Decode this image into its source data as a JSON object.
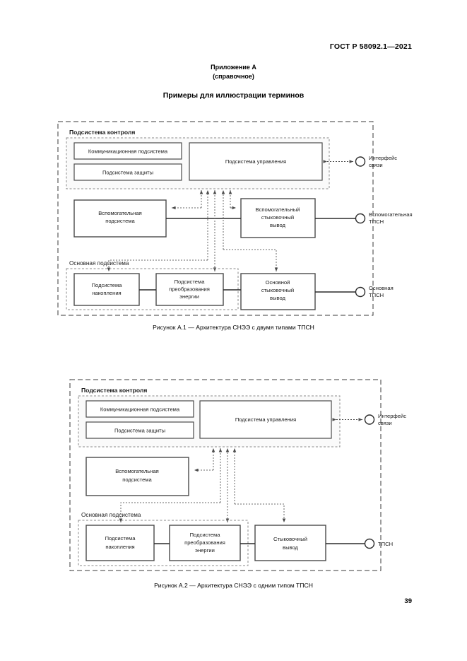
{
  "document": {
    "standard_header": "ГОСТ Р 58092.1—2021",
    "annex_title": "Приложение А",
    "annex_subtitle": "(справочное)",
    "section_title": "Примеры для иллюстрации терминов",
    "page_number": "39"
  },
  "figure_1": {
    "caption": "Рисунок А.1 — Архитектура СНЭЭ с двумя типами ТПСН",
    "control_subsystem_label": "Подсистема контроля",
    "main_subsystem_label": "Основная подсистема",
    "blocks": {
      "communication": "Коммуникационная подсистема",
      "protection": "Подсистема защиты",
      "management": "Подсистема управления",
      "auxiliary": "Вспомогательная\nподсистема",
      "auxiliary_line1": "Вспомогательная",
      "auxiliary_line2": "подсистема",
      "aux_connection_line1": "Вспомогательный",
      "aux_connection_line2": "стыковочный",
      "aux_connection_line3": "вывод",
      "storage_line1": "Подсистема",
      "storage_line2": "накопления",
      "conversion_line1": "Подсистема",
      "conversion_line2": "преобразования",
      "conversion_line3": "энергии",
      "main_connection_line1": "Основной",
      "main_connection_line2": "стыковочный",
      "main_connection_line3": "вывод"
    },
    "ports": {
      "interface_line1": "Интерфейс",
      "interface_line2": "связи",
      "aux_tpsn_line1": "Вспомогательная",
      "aux_tpsn_line2": "ТПСН",
      "main_tpsn_line1": "Основная",
      "main_tpsn_line2": "ТПСН"
    }
  },
  "figure_2": {
    "caption": "Рисунок А.2 — Архитектура СНЭЭ с одним типом ТПСН",
    "control_subsystem_label": "Подсистема контроля",
    "main_subsystem_label": "Основная подсистема",
    "blocks": {
      "communication": "Коммуникационная подсистема",
      "protection": "Подсистема защиты",
      "management": "Подсистема управления",
      "auxiliary_line1": "Вспомогательная",
      "auxiliary_line2": "подсистема",
      "storage_line1": "Подсистема",
      "storage_line2": "накопления",
      "conversion_line1": "Подсистема",
      "conversion_line2": "преобразования",
      "conversion_line3": "энергии",
      "connection_line1": "Стыковочный",
      "connection_line2": "вывод"
    },
    "ports": {
      "interface_line1": "Интерфейс",
      "interface_line2": "связи",
      "tpsn": "ТПСН"
    }
  },
  "colors": {
    "stroke": "#2b2b2b",
    "dashed": "#555555",
    "text": "#1a1a1a",
    "background": "#ffffff"
  }
}
